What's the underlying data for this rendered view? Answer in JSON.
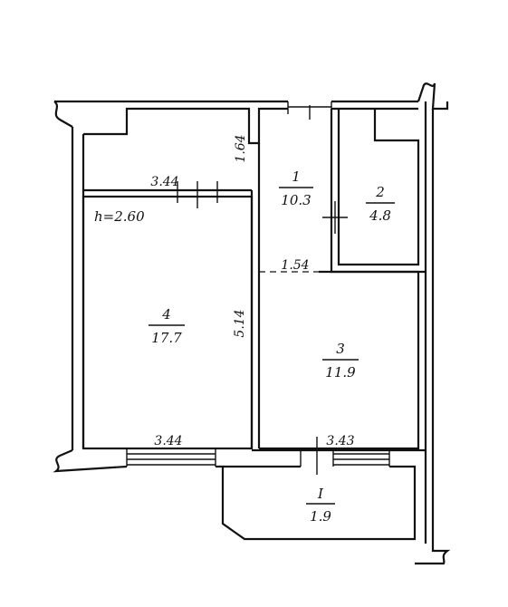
{
  "plan": {
    "height_note": "h=2.60",
    "rooms": [
      {
        "number": "1",
        "area": "10.3"
      },
      {
        "number": "2",
        "area": "4.8"
      },
      {
        "number": "3",
        "area": "11.9"
      },
      {
        "number": "4",
        "area": "17.7"
      },
      {
        "number": "I",
        "area": "1.9"
      }
    ],
    "dimensions": {
      "room4_top_width": "3.44",
      "room4_bottom_width": "3.44",
      "room4_right_height": "5.14",
      "corridor_height": "1.64",
      "corridor_width": "1.54",
      "room3_bottom_width": "3.43"
    }
  }
}
